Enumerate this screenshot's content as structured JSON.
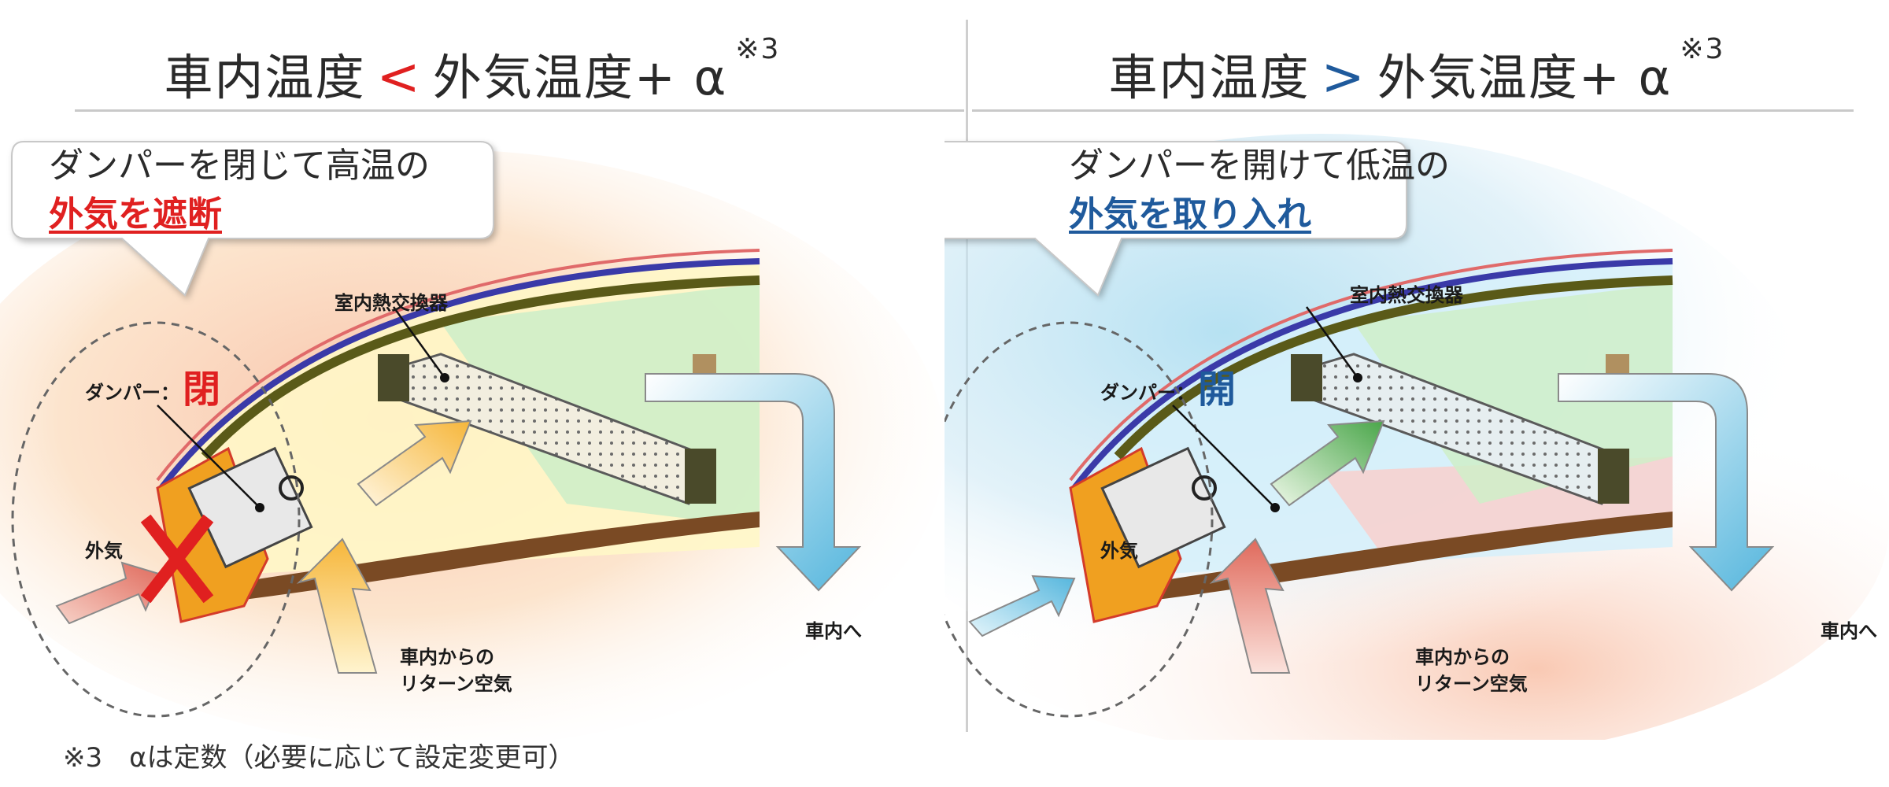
{
  "colors": {
    "red": "#e02020",
    "blue": "#1f5a9c",
    "text": "#222222"
  },
  "left": {
    "title_a": "車内温度",
    "operator": "<",
    "title_b": "外気温度+ α",
    "note_mark": "※3",
    "callout_line1": "ダンパーを閉じて高温の",
    "callout_line2": "外気を遮断",
    "damper_label": "ダンパー：",
    "damper_state": "閉",
    "hx_label": "室内熱交換器",
    "outside_air": "外気",
    "to_cabin": "車内へ",
    "return_line1": "車内からの",
    "return_line2": "リターン空気"
  },
  "right": {
    "title_a": "車内温度",
    "operator": ">",
    "title_b": "外気温度+ α",
    "note_mark": "※3",
    "callout_line1": "ダンパーを開けて低温の",
    "callout_line2": "外気を取り入れ",
    "damper_label": "ダンパー：",
    "damper_state": "開",
    "hx_label": "室内熱交換器",
    "outside_air": "外気",
    "to_cabin": "車内へ",
    "return_line1": "車内からの",
    "return_line2": "リターン空気"
  },
  "footnote": "※3　αは定数（必要に応じて設定変更可）"
}
